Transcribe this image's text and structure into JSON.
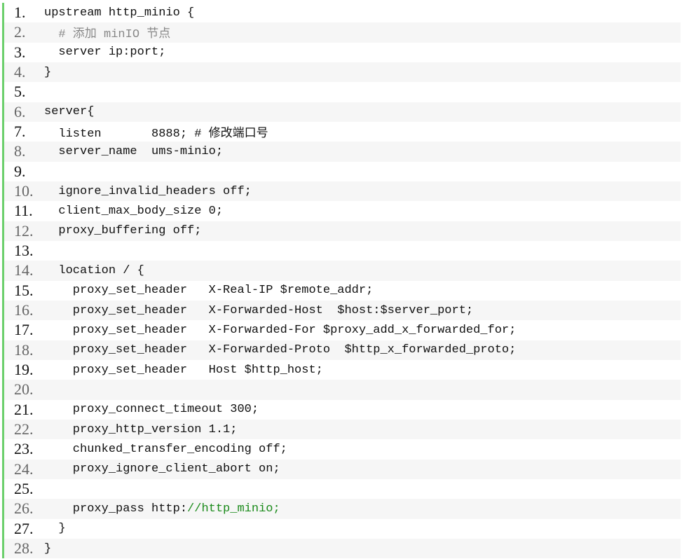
{
  "lines": [
    {
      "n": "1.",
      "code": "upstream http_minio {"
    },
    {
      "n": "2.",
      "code": "  # 添加 minIO 节点",
      "comment": true
    },
    {
      "n": "3.",
      "code": "  server ip:port;"
    },
    {
      "n": "4.",
      "code": "}"
    },
    {
      "n": "5.",
      "code": ""
    },
    {
      "n": "6.",
      "code": "server{"
    },
    {
      "n": "7.",
      "code": "  listen       8888; # 修改端口号"
    },
    {
      "n": "8.",
      "code": "  server_name  ums-minio;"
    },
    {
      "n": "9.",
      "code": ""
    },
    {
      "n": "10.",
      "code": "  ignore_invalid_headers off;"
    },
    {
      "n": "11.",
      "code": "  client_max_body_size 0;"
    },
    {
      "n": "12.",
      "code": "  proxy_buffering off;"
    },
    {
      "n": "13.",
      "code": ""
    },
    {
      "n": "14.",
      "code": "  location / {"
    },
    {
      "n": "15.",
      "code": "    proxy_set_header   X-Real-IP $remote_addr;"
    },
    {
      "n": "16.",
      "code": "    proxy_set_header   X-Forwarded-Host  $host:$server_port;"
    },
    {
      "n": "17.",
      "code": "    proxy_set_header   X-Forwarded-For $proxy_add_x_forwarded_for;"
    },
    {
      "n": "18.",
      "code": "    proxy_set_header   X-Forwarded-Proto  $http_x_forwarded_proto;"
    },
    {
      "n": "19.",
      "code": "    proxy_set_header   Host $http_host;"
    },
    {
      "n": "20.",
      "code": ""
    },
    {
      "n": "21.",
      "code": "    proxy_connect_timeout 300;"
    },
    {
      "n": "22.",
      "code": "    proxy_http_version 1.1;"
    },
    {
      "n": "23.",
      "code": "    chunked_transfer_encoding off;"
    },
    {
      "n": "24.",
      "code": "    proxy_ignore_client_abort on;"
    },
    {
      "n": "25.",
      "code": ""
    },
    {
      "n": "26.",
      "code": "    proxy_pass http:",
      "code_green": "//http_minio;"
    },
    {
      "n": "27.",
      "code": "  }"
    },
    {
      "n": "28.",
      "code": "}"
    }
  ],
  "colors": {
    "gutter_border": "#6ccf6c",
    "comment": "#888888",
    "green_text": "#1a8a1a",
    "alt_row": "#f6f6f6"
  }
}
